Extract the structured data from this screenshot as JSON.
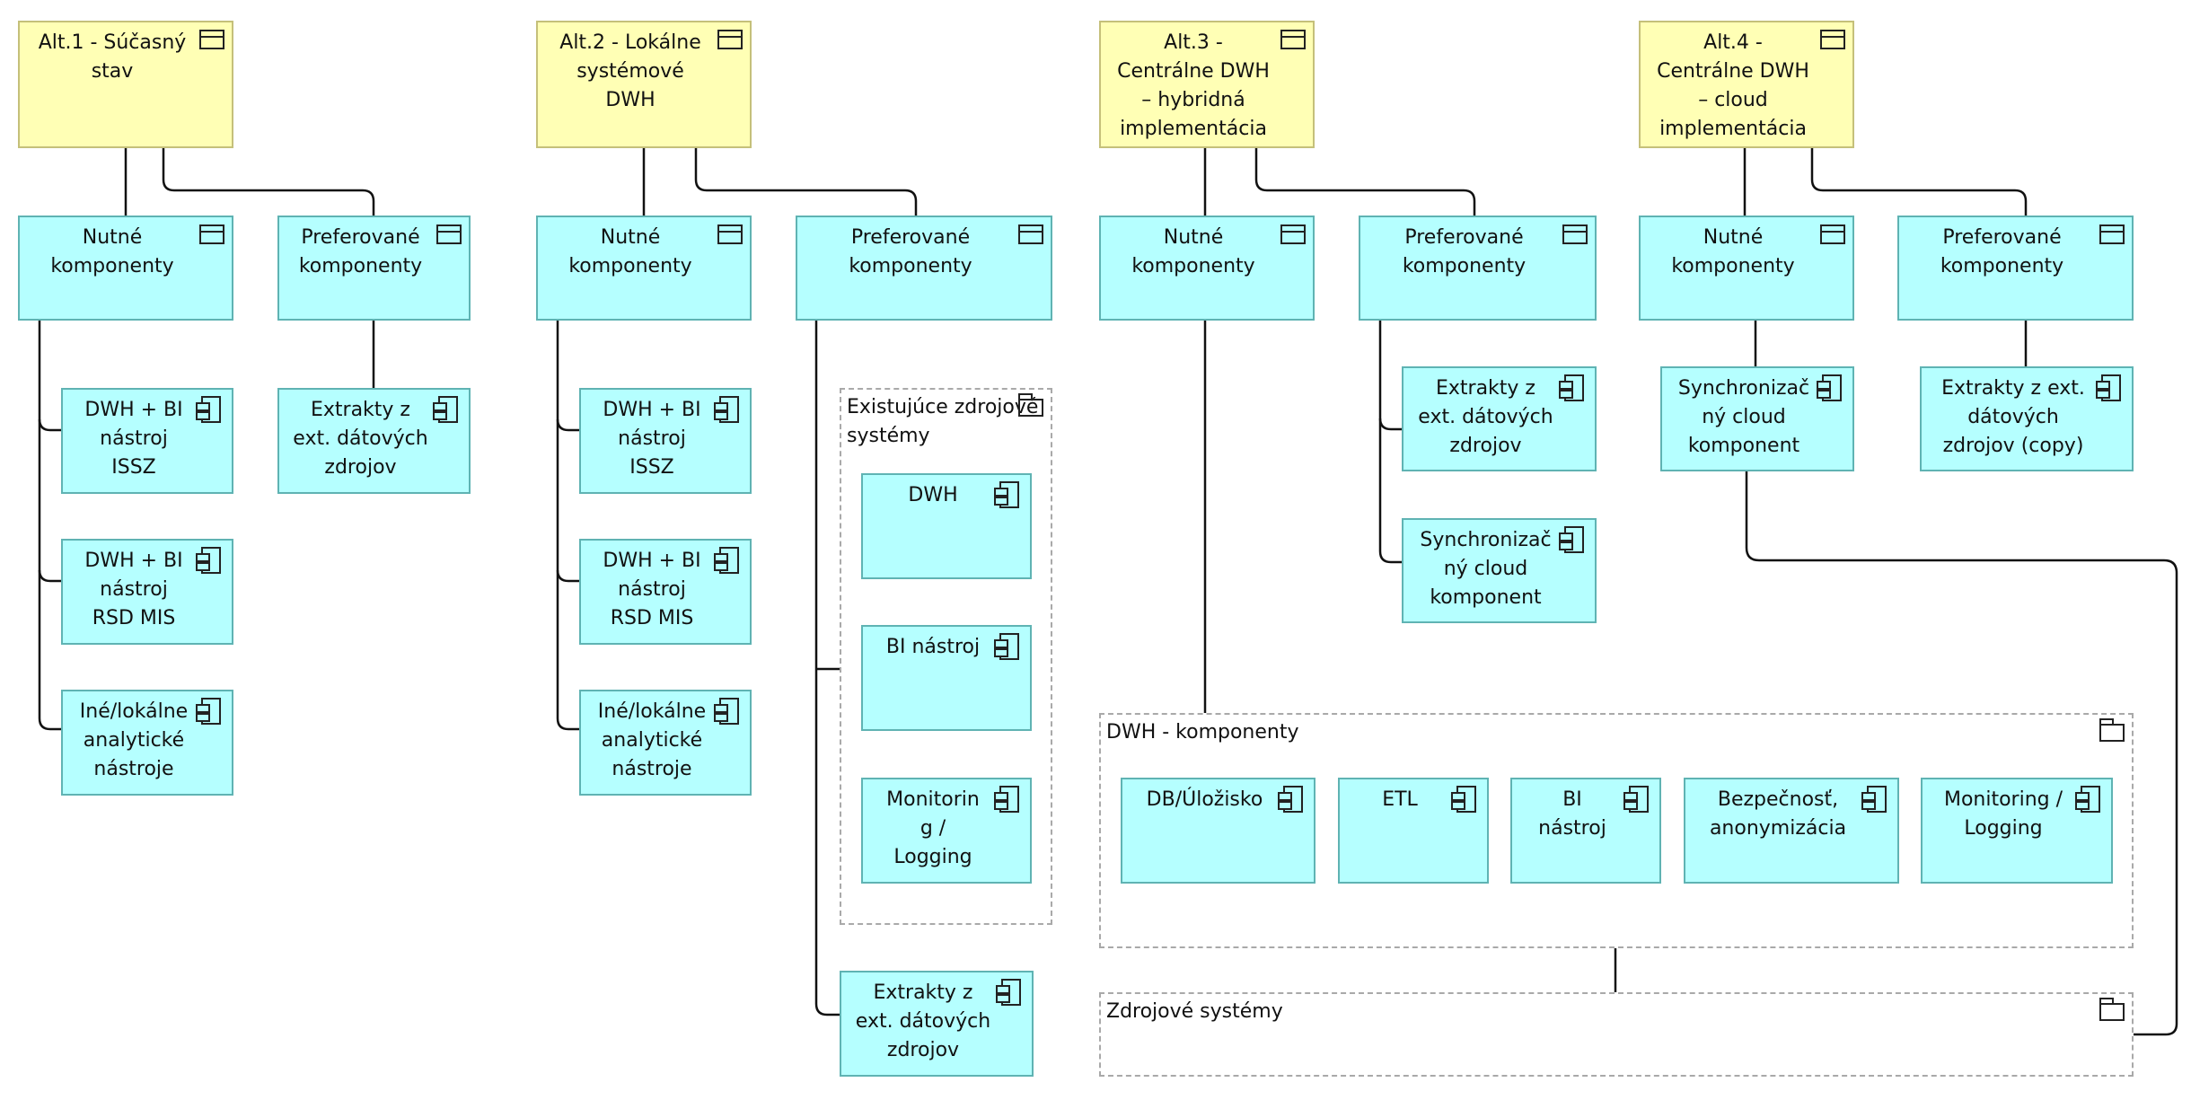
{
  "alt1": {
    "title": "Alt.1 - Súčasný\nstav",
    "nutne": "Nutné\nkomponenty",
    "pref": "Preferované\nkomponenty",
    "c1": "DWH + BI\nnástroj\nISSZ",
    "c2": "DWH + BI\nnástroj\nRSD MIS",
    "c3": "Iné/lokálne\nanalytické\nnástroje",
    "c4": "Extrakty z\next. dátových\nzdrojov"
  },
  "alt2": {
    "title": "Alt.2 - Lokálne\nsystémové\nDWH",
    "nutne": "Nutné\nkomponenty",
    "pref": "Preferované\nkomponenty",
    "c1": "DWH + BI\nnástroj\nISSZ",
    "c2": "DWH + BI\nnástroj\nRSD MIS",
    "c3": "Iné/lokálne\nanalytické\nnástroje",
    "group_title": "Existujúce zdrojové\nsystémy",
    "g1": "DWH",
    "g2": "BI nástroj",
    "g3": "Monitorin\ng /\nLogging",
    "c4": "Extrakty z\next. dátových\nzdrojov"
  },
  "alt3": {
    "title": "Alt.3 -\nCentrálne DWH\n– hybridná\nimplementácia",
    "nutne": "Nutné\nkomponenty",
    "pref": "Preferované\nkomponenty",
    "c1": "Extrakty z\next. dátových\nzdrojov",
    "c2": "Synchronizač\nný cloud\nkomponent"
  },
  "alt4": {
    "title": "Alt.4 -\nCentrálne DWH\n– cloud\nimplementácia",
    "nutne": "Nutné\nkomponenty",
    "pref": "Preferované\nkomponenty",
    "c1": "Synchronizač\nný cloud\nkomponent",
    "c2": "Extrakty z ext.\ndátových\nzdrojov (copy)"
  },
  "dwh_group": {
    "title": "DWH - komponenty",
    "c1": "DB/Úložisko",
    "c2": "ETL",
    "c3": "BI\nnástroj",
    "c4": "Bezpečnosť,\nanonymizácia",
    "c5": "Monitoring /\nLogging"
  },
  "src_group": {
    "title": "Zdrojové systémy"
  },
  "colors": {
    "yellow_fill": "#ffffb5",
    "cyan_fill": "#b5ffff",
    "group_border": "#a9a9a9"
  }
}
